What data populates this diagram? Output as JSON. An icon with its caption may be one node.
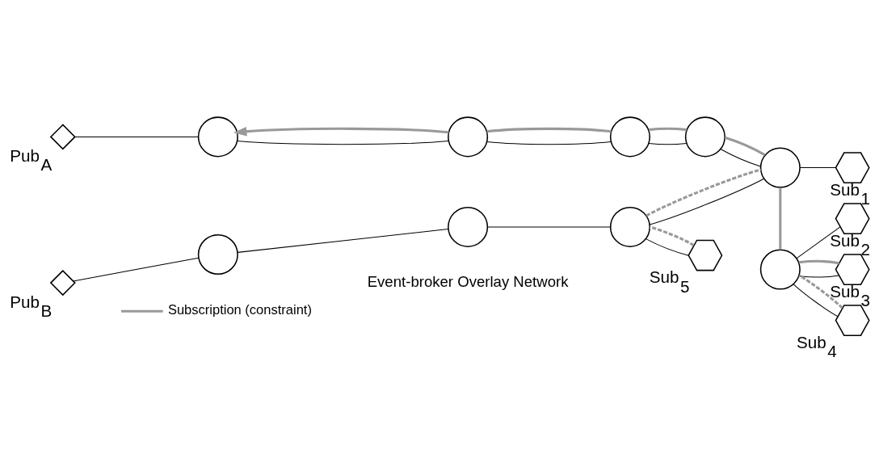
{
  "diagram": {
    "nodes": [
      {
        "text": [
          "Pub$_{A}$"
        ]
      },
      {
        "text": [],
        "shape": "circle"
      },
      {
        "text": [],
        "shape": "circle"
      },
      {
        "text": [],
        "shape": "circle"
      },
      {
        "text": [],
        "shape": "circle"
      },
      {
        "text": [],
        "shape": "circle"
      },
      {
        "text": [
          "Sub$_{1}$"
        ]
      },
      {
        "text": [
          "Pub$_{B}$"
        ]
      },
      {
        "text": [],
        "shape": "circle"
      },
      {
        "text": [],
        "shape": "circle"
      },
      {
        "text": [],
        "shape": "circle"
      },
      {
        "text": [],
        "shape": "circle"
      },
      {
        "text": [
          "Sub$_{2}$"
        ]
      },
      {
        "text": [
          "Sub$_{3}$"
        ]
      },
      {
        "text": [
          "Sub$_{4}$"
        ]
      },
      {
        "text": [
          "Sub$_{5}$"
        ]
      }
    ],
    "edges": [
      {
        "from": 0,
        "to": 1,
        "arrow": "none"
      },
      {
        "from": 1,
        "to": 2,
        "arrow": "none"
      },
      {
        "from": 2,
        "to": 3,
        "arrow": "none"
      },
      {
        "from": 3,
        "to": 4,
        "arrow": "none"
      },
      {
        "from": 4,
        "to": 5,
        "arrow": "none"
      },
      {
        "from": 5,
        "to": 6,
        "arrow": "none"
      },
      {
        "from": 7,
        "to": 8,
        "arrow": "none"
      },
      {
        "from": 8,
        "to": 9,
        "arrow": "none"
      },
      {
        "from": 9,
        "to": 10,
        "arrow": "none"
      },
      {
        "from": 10,
        "to": 5,
        "arrow": "none"
      },
      {
        "from": 11,
        "to": 12,
        "arrow": "none"
      },
      {
        "from": 11,
        "to": 13,
        "arrow": "none"
      },
      {
        "from": 11,
        "to": 14,
        "arrow": "none"
      },
      {
        "from": 10,
        "to": 15,
        "arrow": "none"
      },
      {
        "from": 13,
        "to": 11,
        "arrow": "none",
        "style": "thick",
        "color": "#999999"
      },
      {
        "from": 11,
        "to": 5,
        "arrow": "none",
        "style": "thick",
        "color": "#999999"
      },
      {
        "from": 5,
        "to": 4,
        "arrow": "none",
        "style": "thick",
        "color": "#999999"
      },
      {
        "from": 4,
        "to": 3,
        "arrow": "none",
        "style": "thick",
        "color": "#999999"
      },
      {
        "from": 3,
        "to": 2,
        "arrow": "none",
        "style": "thick",
        "color": "#999999"
      },
      {
        "from": 2,
        "to": 1,
        "arrow": "to",
        "style": "thick",
        "color": "#999999"
      },
      {
        "from": 14,
        "to": 11,
        "arrow": "none",
        "style": "dashed",
        "color": "#999999"
      },
      {
        "from": 15,
        "to": 10,
        "arrow": "none",
        "style": "dashed",
        "color": "#999999"
      },
      {
        "from": 10,
        "to": 5,
        "arrow": "none",
        "style": "dashed",
        "color": "#999999"
      }
    ],
    "labels": [
      "Event-broker Overlay Network"
    ],
    "legend": [
      {
        "text": "Subscription (constraint)"
      }
    ]
  }
}
